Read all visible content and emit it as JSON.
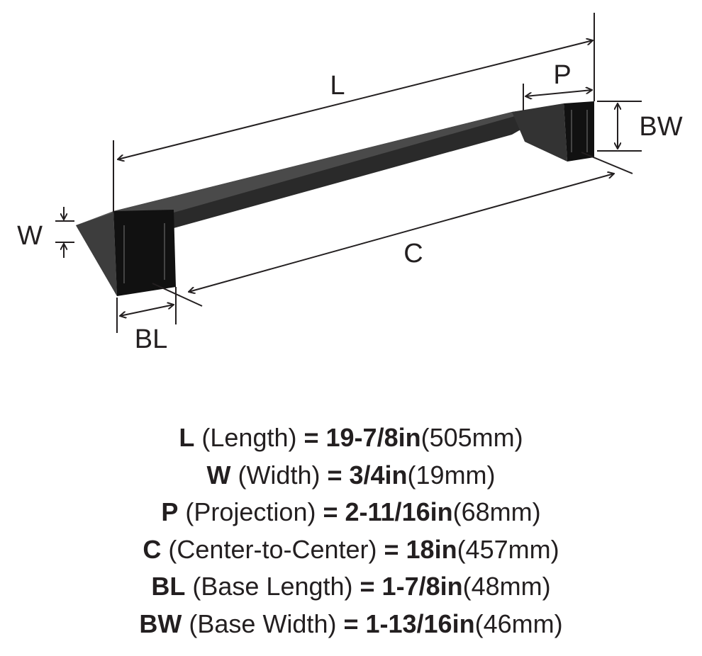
{
  "diagram": {
    "labels": {
      "L": "L",
      "P": "P",
      "BW": "BW",
      "W": "W",
      "C": "C",
      "BL": "BL"
    }
  },
  "specs": [
    {
      "code": "L",
      "name": " (Length) ",
      "eq": "= 19-7/8in",
      "metric": "(505mm)"
    },
    {
      "code": "W",
      "name": " (Width) ",
      "eq": "= 3/4in",
      "metric": "(19mm)"
    },
    {
      "code": "P",
      "name": " (Projection) ",
      "eq": "= 2-11/16in",
      "metric": "(68mm)"
    },
    {
      "code": "C",
      "name": " (Center-to-Center) ",
      "eq": "= 18in",
      "metric": "(457mm)"
    },
    {
      "code": "BL",
      "name": " (Base Length) ",
      "eq": "= 1-7/8in",
      "metric": "(48mm)"
    },
    {
      "code": "BW",
      "name": " (Base Width) ",
      "eq": "= 1-13/16in",
      "metric": "(46mm)"
    }
  ]
}
